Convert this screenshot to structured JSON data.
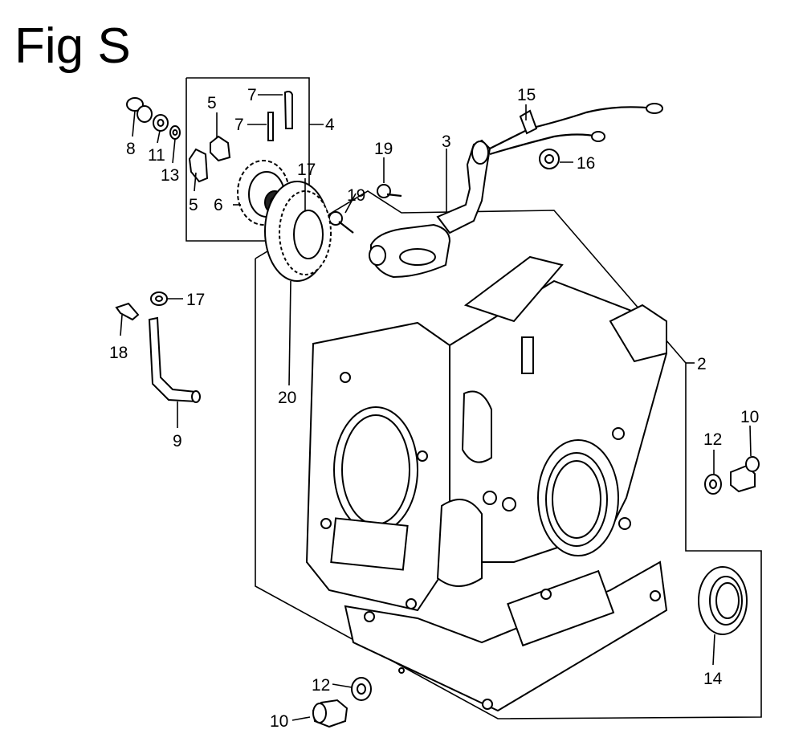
{
  "figure": {
    "title": "Fig S"
  },
  "callouts": [
    {
      "id": "c8",
      "label": "8"
    },
    {
      "id": "c11",
      "label": "11"
    },
    {
      "id": "c13",
      "label": "13"
    },
    {
      "id": "c5a",
      "label": "5"
    },
    {
      "id": "c5b",
      "label": "5"
    },
    {
      "id": "c7a",
      "label": "7"
    },
    {
      "id": "c7b",
      "label": "7"
    },
    {
      "id": "c4",
      "label": "4"
    },
    {
      "id": "c6",
      "label": "6"
    },
    {
      "id": "c17a",
      "label": "17"
    },
    {
      "id": "c19a",
      "label": "19"
    },
    {
      "id": "c19b",
      "label": "19"
    },
    {
      "id": "c3",
      "label": "3"
    },
    {
      "id": "c15",
      "label": "15"
    },
    {
      "id": "c16",
      "label": "16"
    },
    {
      "id": "c17b",
      "label": "17"
    },
    {
      "id": "c18",
      "label": "18"
    },
    {
      "id": "c9",
      "label": "9"
    },
    {
      "id": "c20",
      "label": "20"
    },
    {
      "id": "c2",
      "label": "2"
    },
    {
      "id": "c12a",
      "label": "12"
    },
    {
      "id": "c10a",
      "label": "10"
    },
    {
      "id": "c14",
      "label": "14"
    },
    {
      "id": "c12b",
      "label": "12"
    },
    {
      "id": "c10b",
      "label": "10"
    }
  ]
}
